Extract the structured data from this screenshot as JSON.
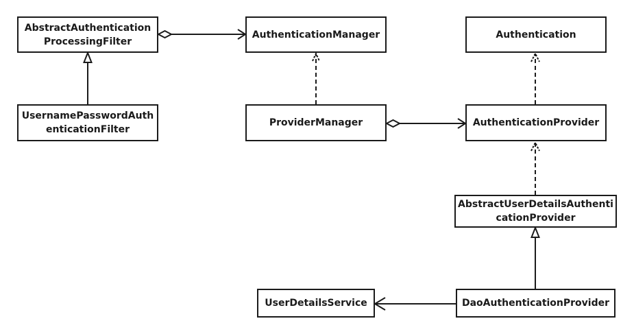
{
  "nodes": {
    "abstract_auth_processing_filter": {
      "line1": "AbstractAuthentication",
      "line2": "ProcessingFilter"
    },
    "authentication_manager": {
      "label": "AuthenticationManager"
    },
    "authentication": {
      "label": "Authentication"
    },
    "username_password_auth_filter": {
      "line1": "UsernamePasswordAuth",
      "line2": "enticationFilter"
    },
    "provider_manager": {
      "label": "ProviderManager"
    },
    "authentication_provider": {
      "label": "AuthenticationProvider"
    },
    "abstract_user_details_auth_provider": {
      "line1": "AbstractUserDetailsAuthenti",
      "line2": "cationProvider"
    },
    "user_details_service": {
      "label": "UserDetailsService"
    },
    "dao_authentication_provider": {
      "label": "DaoAuthenticationProvider"
    }
  },
  "relations": [
    {
      "from": "abstract_auth_processing_filter",
      "to": "authentication_manager",
      "type": "aggregation-association"
    },
    {
      "from": "username_password_auth_filter",
      "to": "abstract_auth_processing_filter",
      "type": "generalization"
    },
    {
      "from": "provider_manager",
      "to": "authentication_manager",
      "type": "realization"
    },
    {
      "from": "provider_manager",
      "to": "authentication_provider",
      "type": "aggregation-association"
    },
    {
      "from": "authentication_provider",
      "to": "authentication",
      "type": "realization"
    },
    {
      "from": "abstract_user_details_auth_provider",
      "to": "authentication_provider",
      "type": "realization"
    },
    {
      "from": "dao_authentication_provider",
      "to": "abstract_user_details_auth_provider",
      "type": "generalization"
    },
    {
      "from": "dao_authentication_provider",
      "to": "user_details_service",
      "type": "aggregation-association"
    }
  ],
  "colors": {
    "stroke": "#1a1a1a",
    "background": "#ffffff"
  }
}
